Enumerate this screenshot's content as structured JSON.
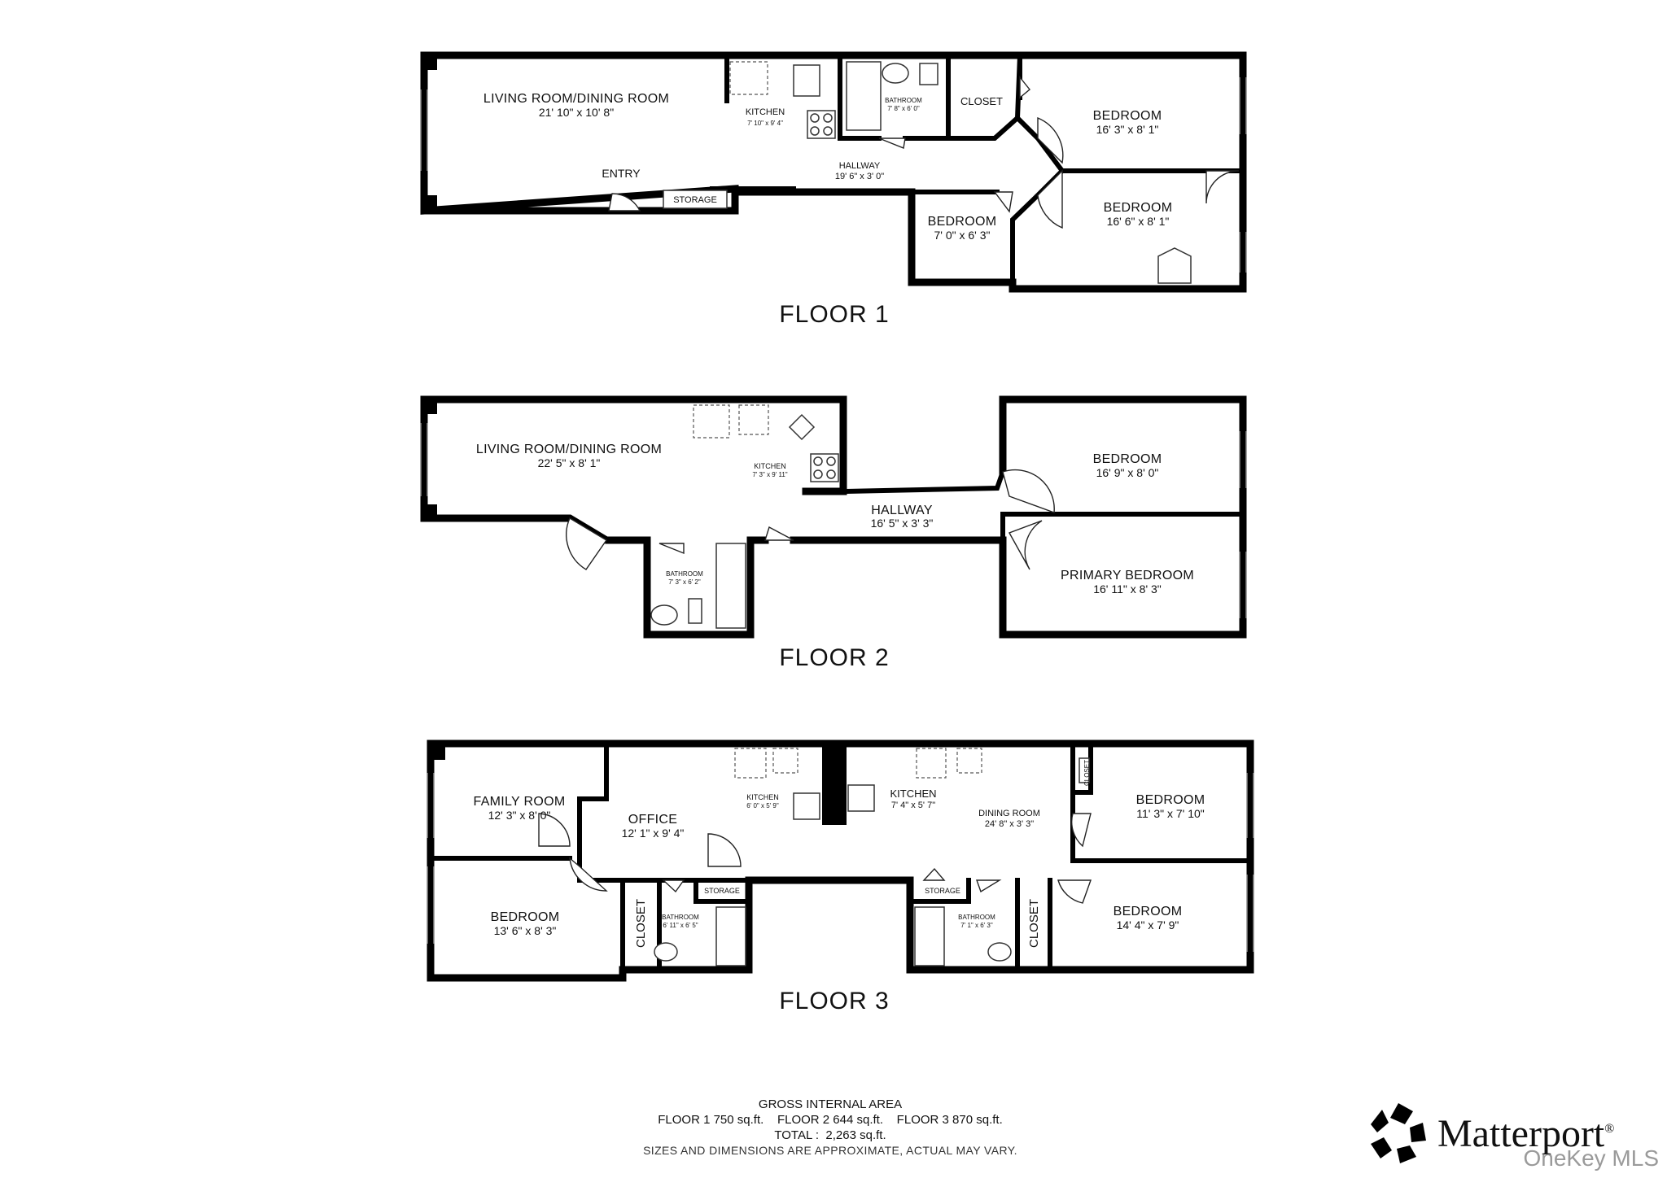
{
  "floors": [
    {
      "title": "FLOOR 1",
      "rooms": [
        {
          "name": "LIVING ROOM/DINING ROOM",
          "dim": "21' 10\" x 10' 8\""
        },
        {
          "name": "KITCHEN",
          "dim": "7' 10\" x 9' 4\""
        },
        {
          "name": "BATHROOM",
          "dim": "7' 8\" x 6' 0\""
        },
        {
          "name": "CLOSET"
        },
        {
          "name": "BEDROOM",
          "dim": "16' 3\" x 8' 1\""
        },
        {
          "name": "HALLWAY",
          "dim": "19' 6\" x 3' 0\""
        },
        {
          "name": "ENTRY"
        },
        {
          "name": "STORAGE"
        },
        {
          "name": "BEDROOM",
          "dim": "7' 0\" x 6' 3\""
        },
        {
          "name": "BEDROOM",
          "dim": "16' 6\" x 8' 1\""
        }
      ]
    },
    {
      "title": "FLOOR 2",
      "rooms": [
        {
          "name": "LIVING ROOM/DINING ROOM",
          "dim": "22' 5\" x 8' 1\""
        },
        {
          "name": "KITCHEN",
          "dim": "7' 3\" x 9' 11\""
        },
        {
          "name": "BEDROOM",
          "dim": "16' 9\" x 8' 0\""
        },
        {
          "name": "HALLWAY",
          "dim": "16' 5\" x 3' 3\""
        },
        {
          "name": "BATHROOM",
          "dim": "7' 3\" x 6' 2\""
        },
        {
          "name": "PRIMARY BEDROOM",
          "dim": "16' 11\" x 8' 3\""
        }
      ]
    },
    {
      "title": "FLOOR 3",
      "rooms": [
        {
          "name": "FAMILY ROOM",
          "dim": "12' 3\" x 8' 0\""
        },
        {
          "name": "OFFICE",
          "dim": "12' 1\" x 9' 4\""
        },
        {
          "name": "KITCHEN",
          "dim": "6' 0\" x 5' 9\""
        },
        {
          "name": "KITCHEN",
          "dim": "7' 4\" x 5' 7\""
        },
        {
          "name": "DINING ROOM",
          "dim": "24' 8\" x 3' 3\""
        },
        {
          "name": "CLOSET"
        },
        {
          "name": "BEDROOM",
          "dim": "11' 3\" x 7' 10\""
        },
        {
          "name": "BEDROOM",
          "dim": "13' 6\" x 8' 3\""
        },
        {
          "name": "CLOSET"
        },
        {
          "name": "BATHROOM",
          "dim": "6' 11\" x 6' 5\""
        },
        {
          "name": "STORAGE"
        },
        {
          "name": "STORAGE"
        },
        {
          "name": "BATHROOM",
          "dim": "7' 1\" x 6' 3\""
        },
        {
          "name": "CLOSET"
        },
        {
          "name": "BEDROOM",
          "dim": "14' 4\" x 7' 9\""
        }
      ]
    }
  ],
  "summary": {
    "heading": "GROSS INTERNAL AREA",
    "line1": "FLOOR 1 750 sq.ft.    FLOOR 2 644 sq.ft.    FLOOR 3 870 sq.ft.",
    "total": "TOTAL :  2,263 sq.ft.",
    "note": "SIZES AND DIMENSIONS ARE APPROXIMATE, ACTUAL MAY VARY."
  },
  "brand": {
    "name": "Matterport",
    "mark": "®"
  },
  "watermark": "OneKey MLS"
}
